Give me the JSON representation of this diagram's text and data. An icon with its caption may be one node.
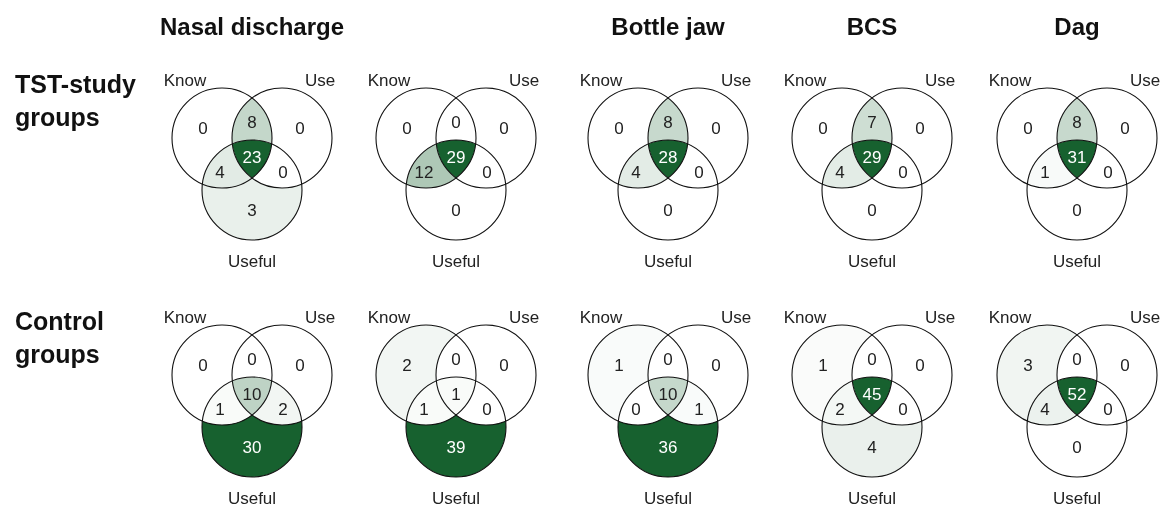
{
  "diagram": {
    "labels": [
      "Nasal discharge",
      "Bottle jaw",
      "BCS",
      "Dag",
      "TST-study groups",
      "Control groups",
      "Know",
      "Use",
      "0",
      "8",
      "0",
      "23",
      "4",
      "0",
      "3",
      "Useful",
      "Know",
      "Use",
      "0",
      "0",
      "0",
      "29",
      "12",
      "0",
      "0",
      "Useful",
      "Know",
      "Use",
      "0",
      "8",
      "0",
      "28",
      "4",
      "0",
      "0",
      "Useful",
      "Know",
      "Use",
      "0",
      "7",
      "0",
      "29",
      "4",
      "0",
      "0",
      "Useful",
      "Know",
      "Use",
      "0",
      "8",
      "0",
      "31",
      "1",
      "0",
      "0",
      "Useful",
      "Know",
      "Use",
      "0",
      "0",
      "0",
      "10",
      "1",
      "2",
      "30",
      "Useful",
      "Know",
      "Use",
      "2",
      "0",
      "0",
      "1",
      "1",
      "0",
      "39",
      "Useful",
      "Know",
      "Use",
      "1",
      "0",
      "0",
      "10",
      "0",
      "1",
      "36",
      "Useful",
      "Know",
      "Use",
      "1",
      "0",
      "0",
      "45",
      "2",
      "0",
      "4",
      "Useful",
      "Know",
      "Use",
      "3",
      "0",
      "0",
      "52",
      "4",
      "0",
      "0",
      "Useful"
    ]
  }
}
